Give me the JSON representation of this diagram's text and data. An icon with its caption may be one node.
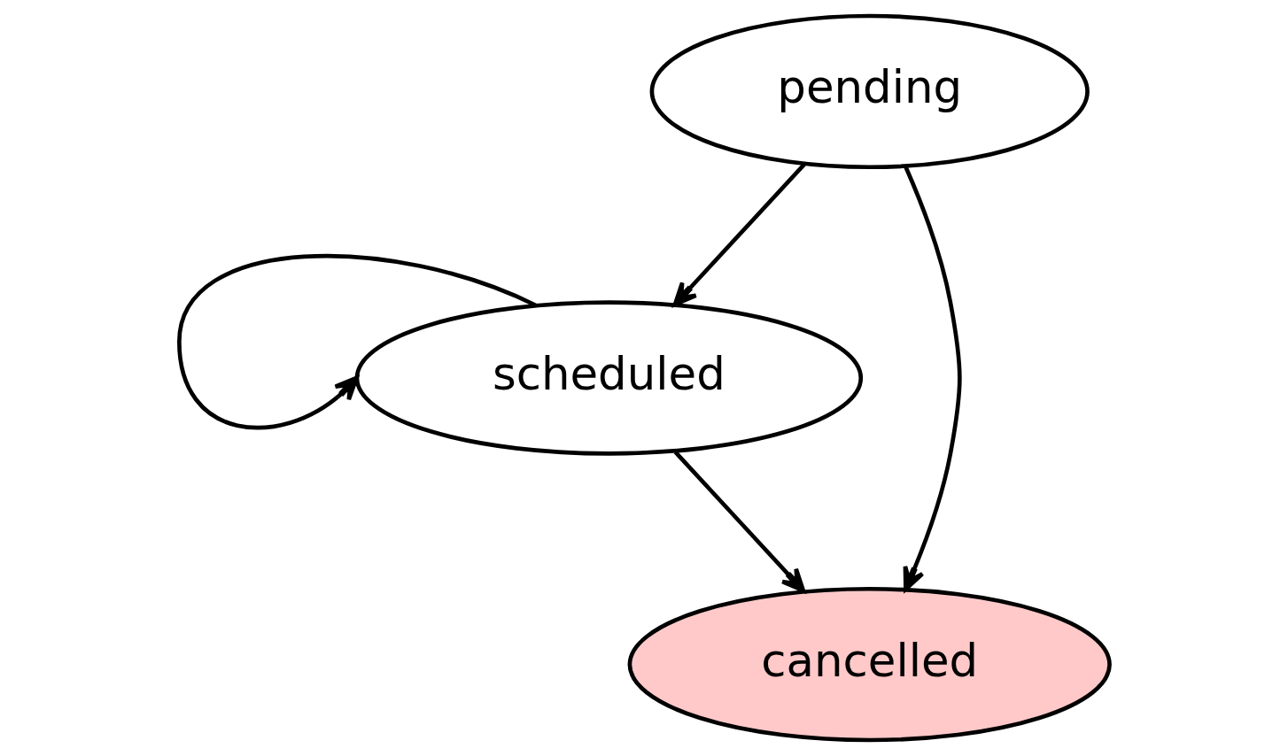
{
  "diagram": {
    "nodes": [
      {
        "text": [
          "pending"
        ]
      },
      {
        "text": [
          "scheduled"
        ]
      },
      {
        "text": [
          "cancelled"
        ]
      }
    ],
    "edges": [
      {
        "from": 0,
        "to": 2,
        "arrow": "to"
      },
      {
        "from": 0,
        "to": 1,
        "arrow": "to"
      },
      {
        "from": 1,
        "to": 2,
        "arrow": "to"
      },
      {
        "from": 1,
        "to": 1,
        "arrow": "to"
      }
    ]
  }
}
